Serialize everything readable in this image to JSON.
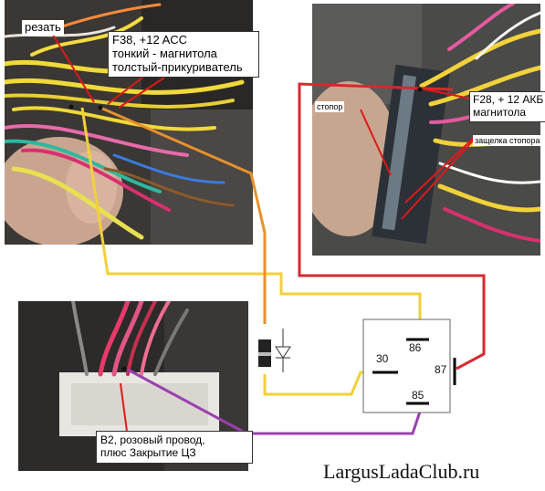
{
  "labels": {
    "cut": "резать",
    "f38_line1": "F38, +12 ACC",
    "f38_line2": "тонкий - магнитола",
    "f38_line3": "толстый-прикуриватель",
    "stopper": "стопор",
    "f28_line1": "F28, + 12 АКБ",
    "f28_line2": "магнитола",
    "stopper_latch": "защелка стопора",
    "b2_line1": "B2, розовый провод,",
    "b2_line2": "плюс Закрытие ЦЗ"
  },
  "relay": {
    "pin_86": "86",
    "pin_30": "30",
    "pin_87": "87",
    "pin_85": "85"
  },
  "watermark": "LargusLadaClub.ru",
  "colors": {
    "wire_yellow": "#f2d03a",
    "wire_orange": "#e8912c",
    "wire_red": "#d8282e",
    "wire_purple": "#9b3fb0",
    "arrow_red": "#e01818"
  }
}
